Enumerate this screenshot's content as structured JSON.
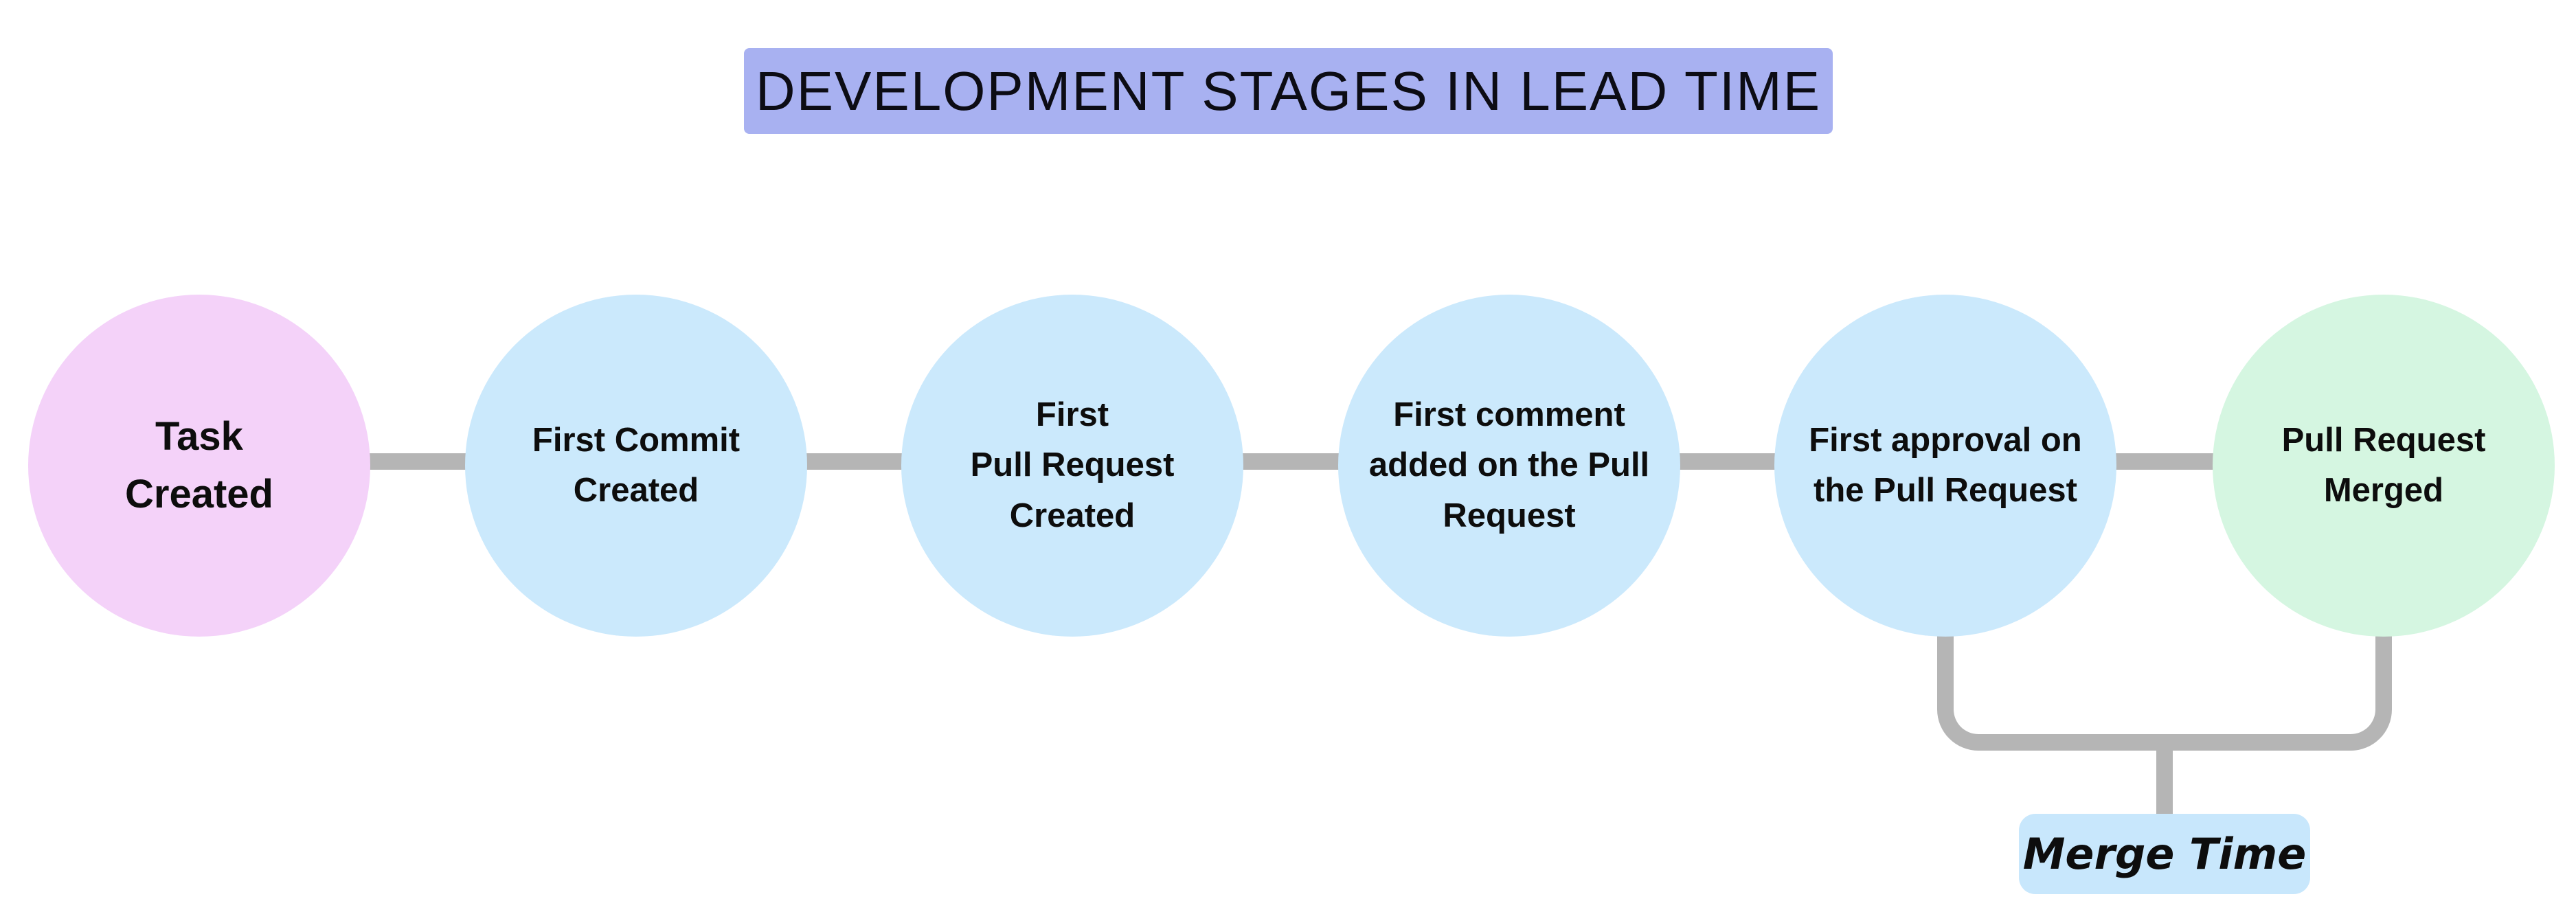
{
  "title": {
    "text": "DEVELOPMENT STAGES IN LEAD TIME",
    "background": "#a8b1f1"
  },
  "stages": [
    {
      "id": "task-created",
      "label": "Task\nCreated",
      "color": "#f4d2f9"
    },
    {
      "id": "first-commit-created",
      "label": "First Commit\nCreated",
      "color": "#cbe9fc"
    },
    {
      "id": "first-pull-request-created",
      "label": "First\nPull Request\nCreated",
      "color": "#cbe9fc"
    },
    {
      "id": "first-comment-added",
      "label": "First comment\nadded on the Pull\nRequest",
      "color": "#cbe9fc"
    },
    {
      "id": "first-approval",
      "label": "First approval on\nthe Pull Request",
      "color": "#cbe9fc"
    },
    {
      "id": "pull-request-merged",
      "label": "Pull Request\nMerged",
      "color": "#d5f6e1"
    }
  ],
  "annotation": {
    "label": "Merge Time",
    "background": "#c8e7fc",
    "from": "First approval on the Pull Request",
    "to": "Pull Request Merged"
  },
  "connector_color": "#b5b5b5"
}
